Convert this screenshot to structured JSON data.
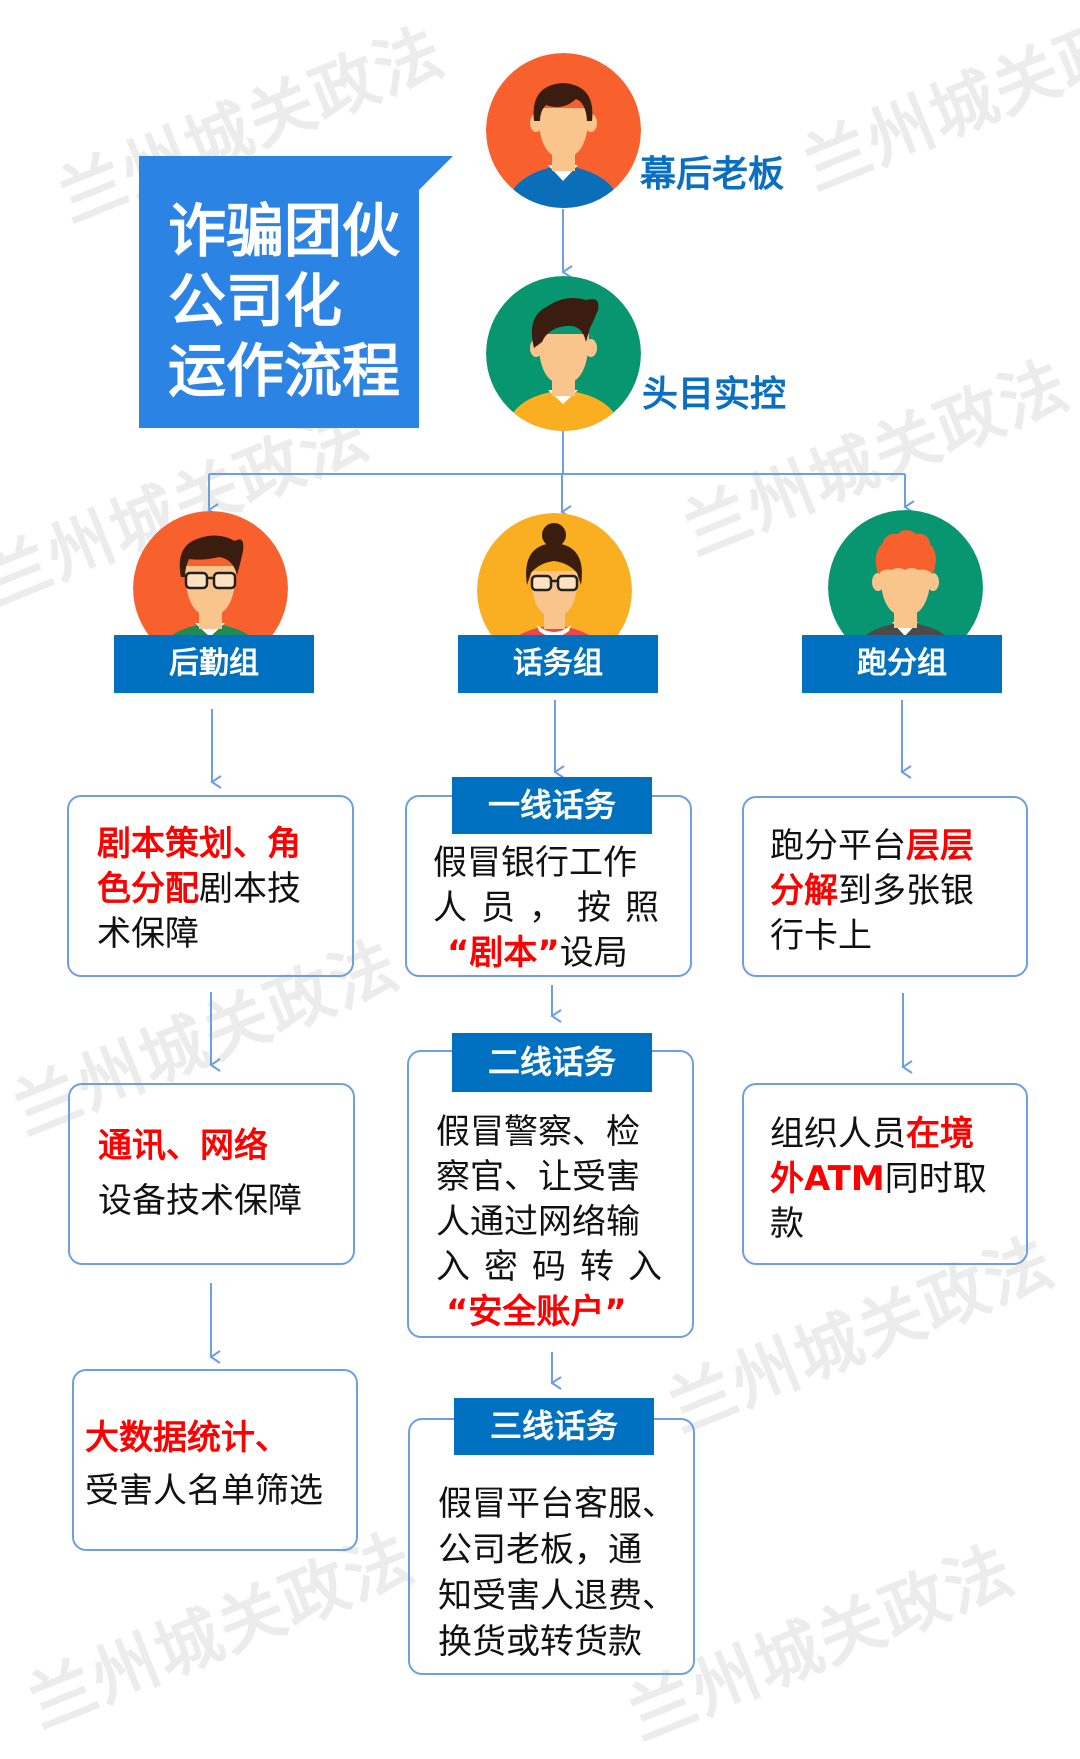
{
  "watermark": "兰州城关政法",
  "title": {
    "lines": [
      "诈骗团伙",
      "公司化",
      "运作流程"
    ]
  },
  "hierarchy": {
    "boss": {
      "label": "幕后老板"
    },
    "controller": {
      "label": "头目实控"
    }
  },
  "groups": {
    "logistics": {
      "label": "后勤组",
      "boxes": [
        {
          "lines": [
            [
              {
                "text": "剧本策划、角",
                "style": "red"
              }
            ],
            [
              {
                "text": "色分配",
                "style": "red"
              },
              {
                "text": "剧本技",
                "style": "black"
              }
            ],
            [
              {
                "text": "术保障",
                "style": "black"
              }
            ]
          ]
        },
        {
          "lines": [
            [
              {
                "text": "通讯、网络",
                "style": "red"
              }
            ],
            [
              {
                "text": "设备技术保障",
                "style": "black"
              }
            ]
          ]
        },
        {
          "lines": [
            [
              {
                "text": "大数据统计、",
                "style": "red"
              }
            ],
            [
              {
                "text": "受害人名单筛选",
                "style": "black"
              }
            ]
          ]
        }
      ]
    },
    "calls": {
      "label": "话务组",
      "boxes": [
        {
          "header": "一线话务",
          "lines": [
            [
              {
                "text": "假冒银行工作",
                "style": "black"
              }
            ],
            [
              {
                "text": "人员，按照",
                "style": "black"
              }
            ],
            [
              {
                "text": "“剧本”",
                "style": "red"
              },
              {
                "text": "设局",
                "style": "black"
              }
            ]
          ]
        },
        {
          "header": "二线话务",
          "lines": [
            [
              {
                "text": "假冒警察、检",
                "style": "black"
              }
            ],
            [
              {
                "text": "察官、让受害",
                "style": "black"
              }
            ],
            [
              {
                "text": "人通过网络输",
                "style": "black"
              }
            ],
            [
              {
                "text": "入密码转入",
                "style": "black"
              }
            ],
            [
              {
                "text": "“安全账户”",
                "style": "red"
              }
            ]
          ]
        },
        {
          "header": "三线话务",
          "lines": [
            [
              {
                "text": "假冒平台客服、",
                "style": "black"
              }
            ],
            [
              {
                "text": "公司老板，通",
                "style": "black"
              }
            ],
            [
              {
                "text": "知受害人退费、",
                "style": "black"
              }
            ],
            [
              {
                "text": "换货或转货款",
                "style": "black"
              }
            ]
          ]
        }
      ]
    },
    "laundering": {
      "label": "跑分组",
      "boxes": [
        {
          "lines": [
            [
              {
                "text": "跑分平台",
                "style": "black"
              },
              {
                "text": "层层",
                "style": "red"
              }
            ],
            [
              {
                "text": "分解",
                "style": "red"
              },
              {
                "text": "到多张银",
                "style": "black"
              }
            ],
            [
              {
                "text": "行卡上",
                "style": "black"
              }
            ]
          ]
        },
        {
          "lines": [
            [
              {
                "text": "组织人员",
                "style": "black"
              },
              {
                "text": "在境",
                "style": "red"
              }
            ],
            [
              {
                "text": "外ATM",
                "style": "red"
              },
              {
                "text": "同时取",
                "style": "black"
              }
            ],
            [
              {
                "text": "款",
                "style": "black"
              }
            ]
          ]
        }
      ]
    }
  },
  "colors": {
    "title_bg": "#2B83E4",
    "label_bg": "#0070C0",
    "top_label_text": "#0A6FC2",
    "highlight_red": "#FF0000",
    "connector": "#6D9EE6",
    "boss_circle": "#F8612D",
    "controller_circle": "#079670",
    "logistics_circle": "#F8612D",
    "calls_circle": "#FAAF23",
    "laundering_circle": "#079670"
  }
}
